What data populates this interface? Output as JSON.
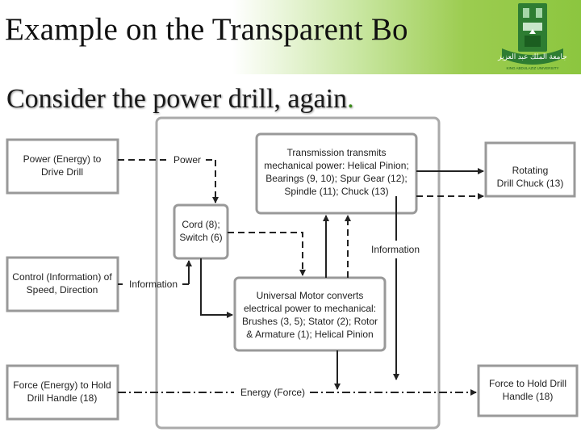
{
  "header": {
    "title": "Example on the Transparent Bo",
    "logo": {
      "arabic_text": "جامعة الملك عبد العزيز",
      "subtext": "KING ABDULAZIZ UNIVERSITY"
    }
  },
  "subtitle": "Consider the power drill, again",
  "subtitle_period": ".",
  "diagram": {
    "inputs": {
      "power_box": [
        "Power (Energy) to",
        "Drive Drill"
      ],
      "control_box": [
        "Control (Information) of",
        "Speed, Direction"
      ],
      "force_box": [
        "Force (Energy) to Hold",
        "Drill Handle (18)"
      ]
    },
    "internal": {
      "transmission": [
        "Transmission transmits",
        "mechanical power: Helical Pinion;",
        "Bearings (9, 10); Spur Gear (12);",
        "Spindle (11); Chuck (13)"
      ],
      "cord": [
        "Cord (8);",
        "Switch (6)"
      ],
      "motor": [
        "Universal Motor converts",
        "electrical power to mechanical:",
        "Brushes (3, 5); Stator (2); Rotor",
        "& Armature (1); Helical Pinion"
      ]
    },
    "outputs": {
      "chuck": [
        "Rotating",
        "Drill Chuck (13)"
      ],
      "force_out": [
        "Force to Hold Drill",
        "Handle (18)"
      ]
    },
    "flow_labels": {
      "power": "Power",
      "information_left": "Information",
      "information_right": "Information",
      "energy": "Energy (Force)"
    }
  }
}
